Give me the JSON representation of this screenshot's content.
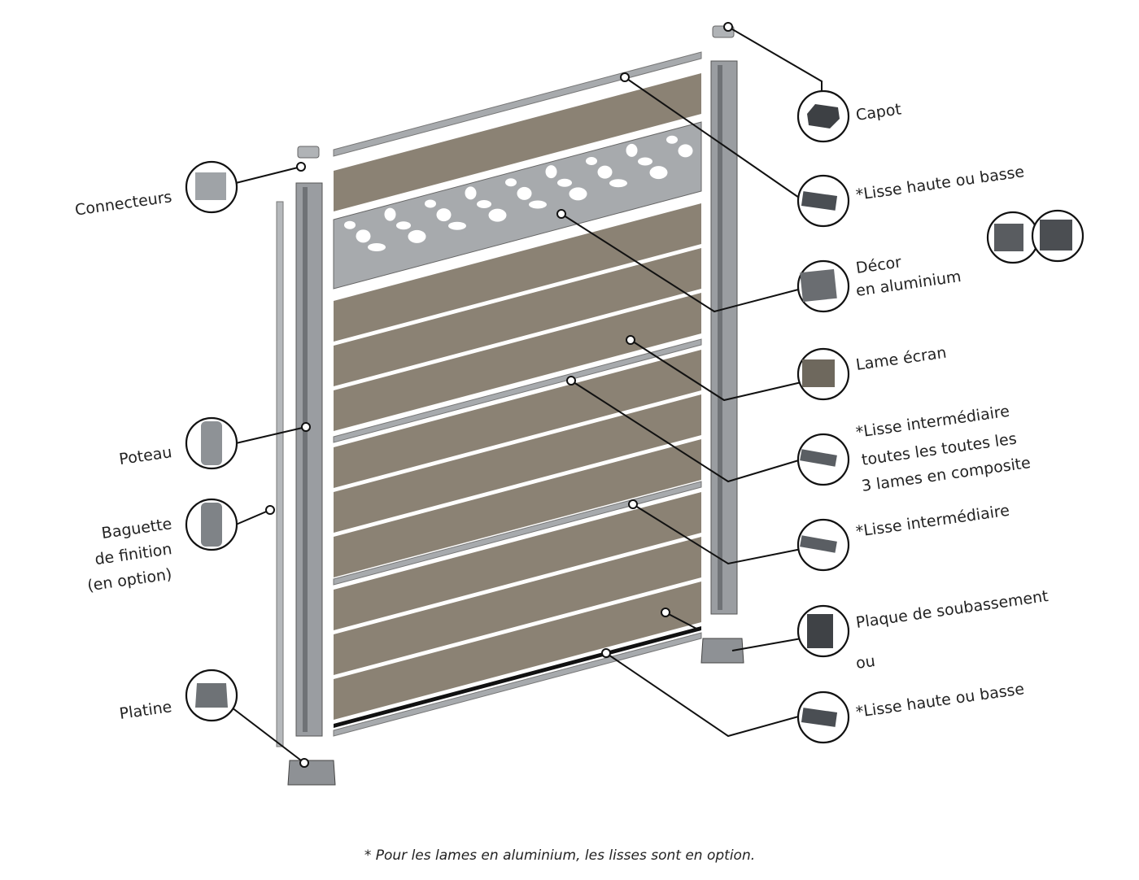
{
  "labels": {
    "capot": "Capot",
    "lisse_haute_basse_top": "*Lisse haute ou basse",
    "decor_line1": "Décor",
    "decor_line2": "en aluminium",
    "lame_ecran": "Lame écran",
    "lisse_inter_3_line1": "*Lisse intermédiaire",
    "lisse_inter_3_line2": "toutes les toutes les",
    "lisse_inter_3_line3": "3 lames en composite",
    "lisse_inter": "*Lisse intermédiaire",
    "plaque": "Plaque de soubassement",
    "ou": "ou",
    "lisse_haute_basse_bottom": "*Lisse haute ou basse",
    "connecteurs": "Connecteurs",
    "poteau": "Poteau",
    "baguette_line1": "Baguette",
    "baguette_line2": "de finition",
    "baguette_line3": "(en option)",
    "platine": "Platine"
  },
  "footnote": "* Pour les lames en aluminium, les lisses sont en option.",
  "colors": {
    "slat": "#8b8274",
    "aluminium": "#a7aaad",
    "post": "#9a9da1",
    "dark": "#3d4044"
  }
}
